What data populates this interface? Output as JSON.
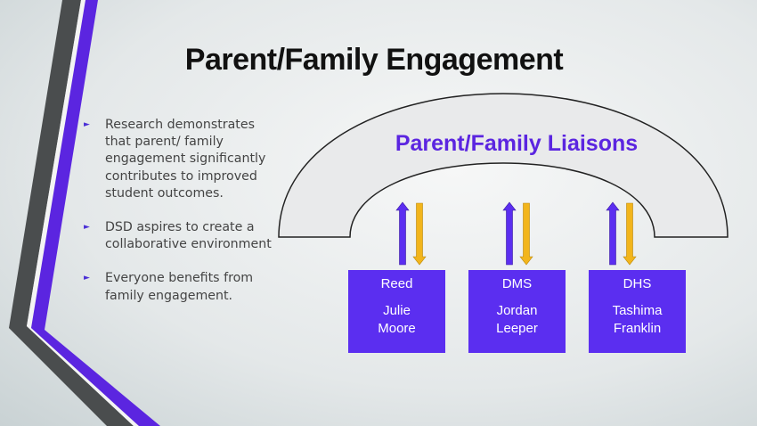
{
  "title": "Parent/Family Engagement",
  "bullets": [
    "Research demonstrates that parent/ family engagement significantly contributes to improved student outcomes.",
    "DSD aspires to create a collaborative environment",
    "Everyone  benefits from family engagement."
  ],
  "diagram": {
    "arch_label": "Parent/Family Liaisons",
    "schools": [
      {
        "school": "Reed",
        "first": "Julie",
        "last": "Moore"
      },
      {
        "school": "DMS",
        "first": "Jordan",
        "last": "Leeper"
      },
      {
        "school": "DHS",
        "first": "Tashima",
        "last": "Franklin"
      }
    ]
  },
  "colors": {
    "purple": "#5b2ef0",
    "gold": "#f2b51c",
    "gray": "#4a4d4e"
  }
}
